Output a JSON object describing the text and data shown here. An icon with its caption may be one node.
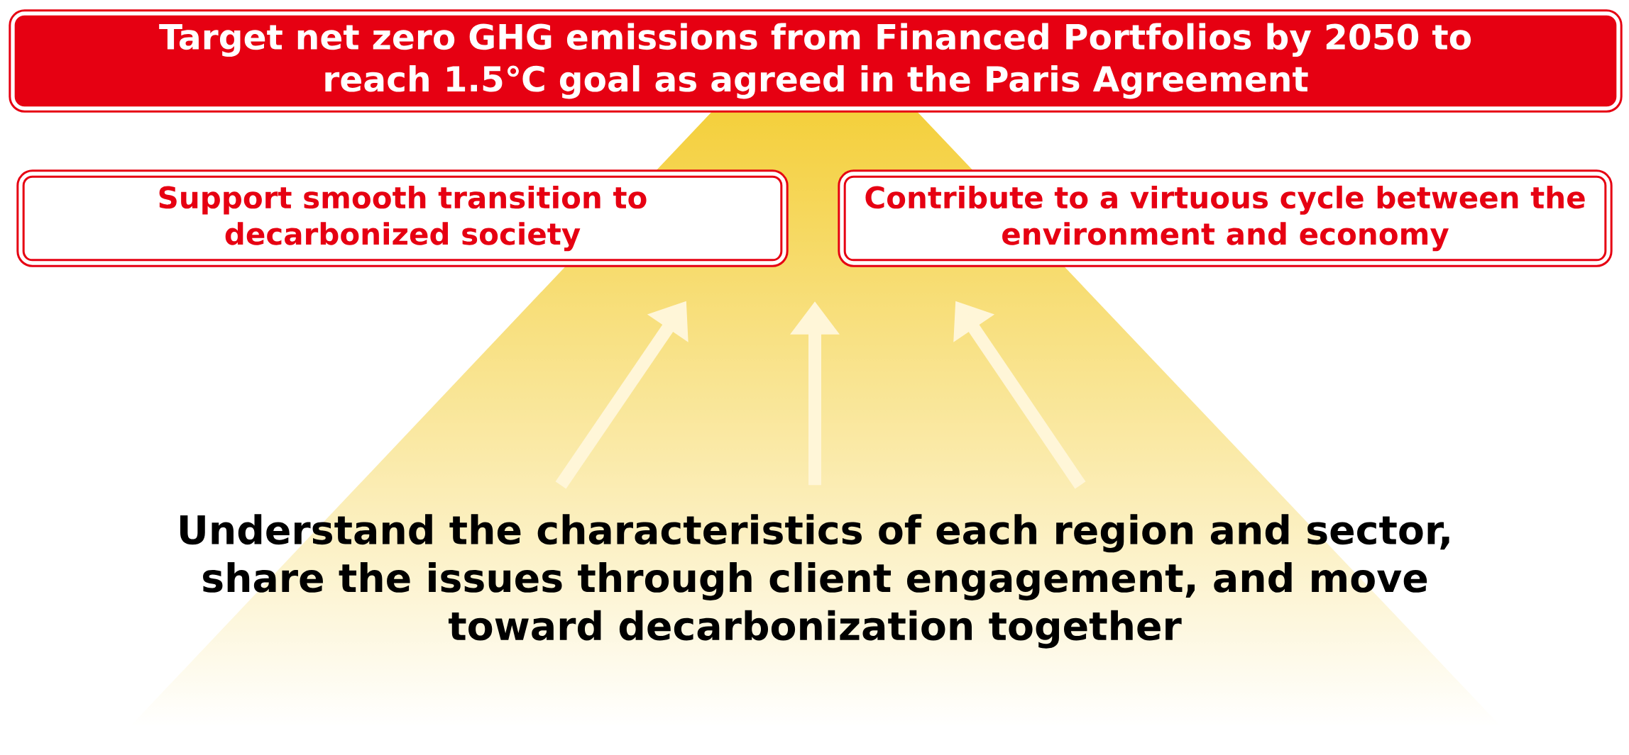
{
  "diagram": {
    "nodes": [
      {
        "text": [
          "Target net zero GHG emissions from Financed Portfolios by 2050 to reach 1.5℃ goal as agreed in the Paris Agreement"
        ]
      },
      {
        "text": [
          "Support smooth transition to decarbonized society"
        ]
      },
      {
        "text": [
          "Contribute to a virtuous cycle between the environment and economy"
        ]
      },
      {
        "text": [
          "Understand the characteristics of each region and sector, share the issues through client engagement, and move toward decarbonization together"
        ]
      }
    ],
    "edges": [
      {
        "from": 3,
        "to": 1,
        "arrow": "to"
      },
      {
        "from": 3,
        "to": null,
        "arrow": "to"
      },
      {
        "from": 3,
        "to": 2,
        "arrow": "to"
      }
    ]
  }
}
